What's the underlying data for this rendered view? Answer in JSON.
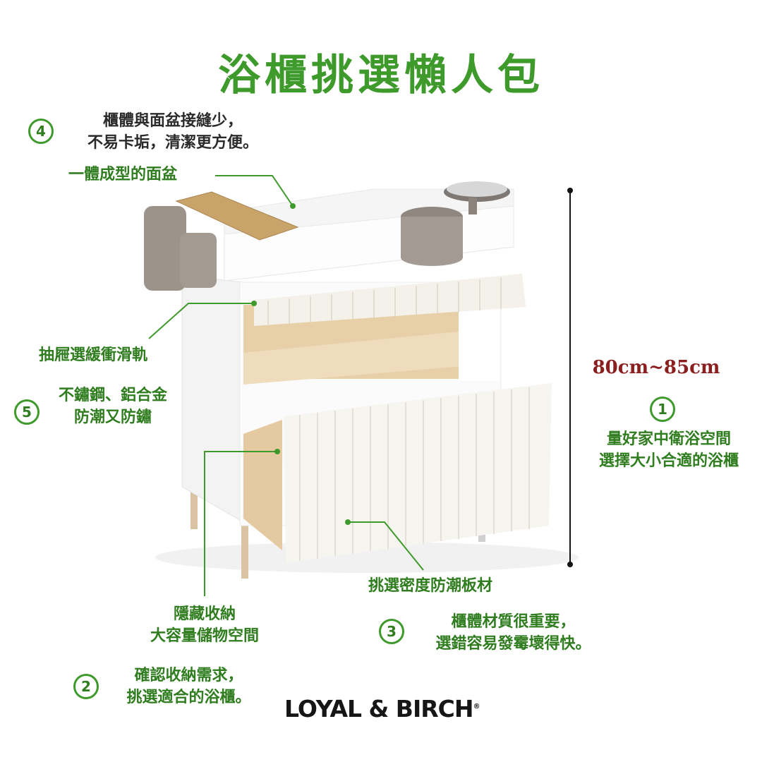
{
  "title": "浴櫃挑選懶人包",
  "badges": {
    "b1": "1",
    "b2": "2",
    "b3": "3",
    "b4": "4",
    "b5": "5"
  },
  "tip4": {
    "line1": "櫃體與面盆接縫少，",
    "line2": "不易卡垢，清潔更方便。"
  },
  "callout_basin": "一體成型的面盆",
  "callout_drawer_rail": "抽屜選緩衝滑軌",
  "tip5": {
    "line1": "不鏽鋼、鋁合金",
    "line2": "防潮又防鏽"
  },
  "dimension": "80cm~85cm",
  "tip1": {
    "line1": "量好家中衛浴空間",
    "line2": "選擇大小合適的浴櫃"
  },
  "callout_board": "挑選密度防潮板材",
  "callout_storage": {
    "line1": "隱藏收納",
    "line2": "大容量儲物空間"
  },
  "tip3": {
    "line1": "櫃體材質很重要，",
    "line2": "選錯容易發霉壞得快。"
  },
  "tip2": {
    "line1": "確認收納需求，",
    "line2": "挑選適合的浴櫃。"
  },
  "brand": "LOYAL & BIRCH",
  "colors": {
    "accent": "#3e9a2b",
    "dimension": "#8b1f1f"
  }
}
